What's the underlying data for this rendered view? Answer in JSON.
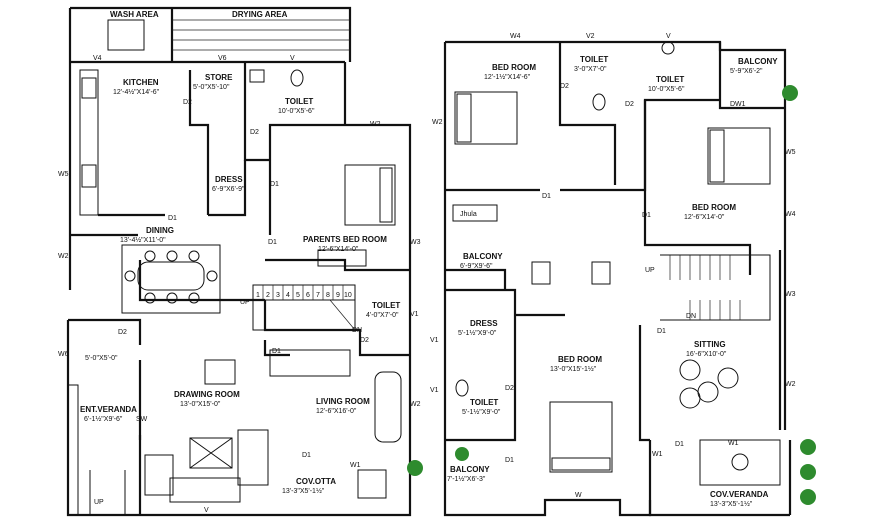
{
  "rooms": {
    "wash_area": "WASH AREA",
    "drying_area": "DRYING AREA",
    "kitchen": "KITCHEN",
    "kitchen_dim": "12'-4½\"X14'-6\"",
    "store": "STORE",
    "store_dim": "5'-0\"X5'-10\"",
    "toilet_left": "TOILET",
    "toilet_left_dim": "10'-0\"X5'-6\"",
    "dress_left": "DRESS",
    "dress_left_dim": "6'-9\"X6'-9\"",
    "dining": "DINING",
    "dining_dim": "13'-4½\"X11'-0\"",
    "parents_bed": "PARENTS BED ROOM",
    "parents_bed_dim": "12'-6\"X14'-0\"",
    "toilet_mid": "TOILET",
    "toilet_mid_dim": "4'-0\"X7'-0\"",
    "drawing_room": "DRAWING ROOM",
    "drawing_room_dim": "13'-0\"X15'-0\"",
    "living_room": "LIVING ROOM",
    "living_room_dim": "12'-6\"X16'-0\"",
    "ent_veranda": "ENT.VERANDA",
    "ent_veranda_dim": "6'-1½\"X9'-6\"",
    "small_dim": "5'-0\"X5'-0\"",
    "cov_otta": "COV.OTTA",
    "cov_otta_dim": "13'-3\"X5'-1½\"",
    "bed_r1": "BED ROOM",
    "bed_r1_dim": "12'-1½\"X14'-6\"",
    "toilet_r1": "TOILET",
    "toilet_r1_dim": "3'-0\"X7'-0\"",
    "toilet_r2": "TOILET",
    "toilet_r2_dim": "10'-0\"X5'-6\"",
    "balcony_r1": "BALCONY",
    "balcony_r1_dim": "5'-9\"X6'-2\"",
    "bed_r2": "BED ROOM",
    "bed_r2_dim": "12'-6\"X14'-0\"",
    "jhula": "Jhula",
    "balcony_r2": "BALCONY",
    "balcony_r2_dim": "6'-9\"X9'-6\"",
    "dress_right": "DRESS",
    "dress_right_dim": "5'-1½\"X9'-0\"",
    "bed_r3": "BED ROOM",
    "bed_r3_dim": "13'-0\"X15'-1½\"",
    "sitting": "SITTING",
    "sitting_dim": "16'-6\"X10'-0\"",
    "toilet_r3": "TOILET",
    "toilet_r3_dim": "5'-1½\"X9'-0\"",
    "balcony_r3": "BALCONY",
    "balcony_r3_dim": "7'-1½\"X6'-3\"",
    "cov_veranda": "COV.VERANDA",
    "cov_veranda_dim": "13'-3\"X5'-1½\""
  },
  "marks": {
    "v4": "V4",
    "v6": "V6",
    "v": "V",
    "d2": "D2",
    "d1": "D1",
    "w2": "W2",
    "w3": "W3",
    "w4": "W4",
    "w5": "W5",
    "w6": "W6",
    "w1": "W1",
    "w": "W",
    "v1": "V1",
    "v2": "V2",
    "dw1": "DW1",
    "up": "UP",
    "dn": "DN",
    "sw": "SW"
  },
  "stair_steps": [
    "1",
    "2",
    "3",
    "4",
    "5",
    "6",
    "7",
    "8",
    "9",
    "10"
  ],
  "colors": {
    "line": "#111111",
    "plant": "#2e8b2e",
    "background": "#ffffff"
  }
}
